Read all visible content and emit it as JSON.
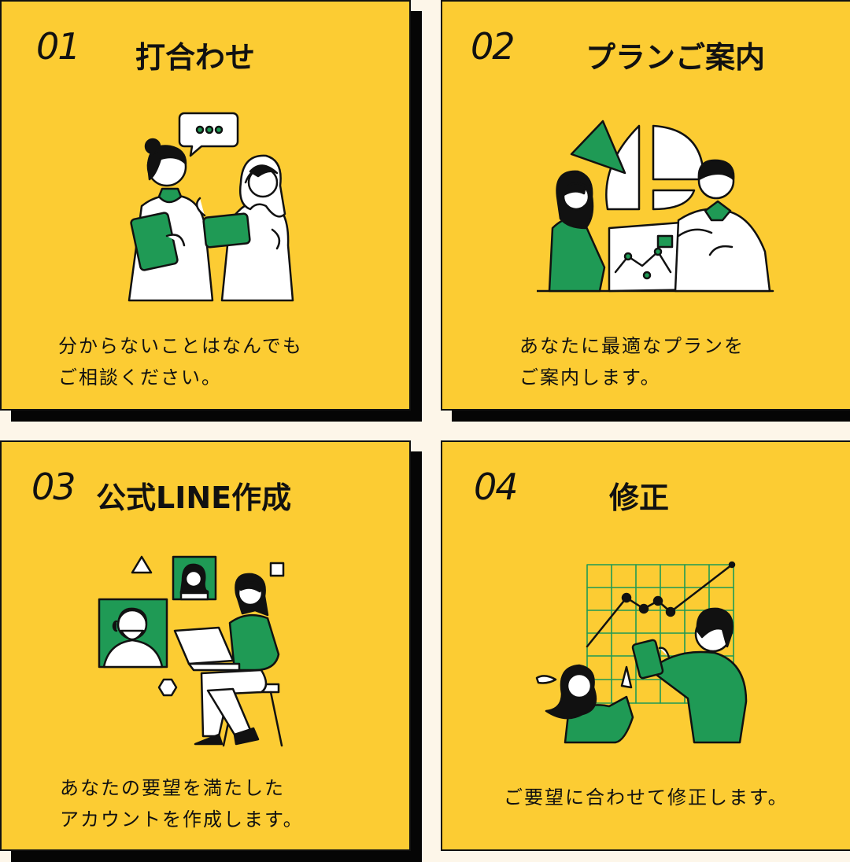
{
  "steps": [
    {
      "number": "01",
      "title": "打合わせ",
      "desc_line1": "分からないことはなんでも",
      "desc_line2": "ご相談ください。"
    },
    {
      "number": "02",
      "title": "プランご案内",
      "desc_line1": "あなたに最適なプランを",
      "desc_line2": "ご案内します。"
    },
    {
      "number": "03",
      "title": "公式LINE作成",
      "desc_line1": "あなたの要望を満たした",
      "desc_line2": "アカウントを作成します。"
    },
    {
      "number": "04",
      "title": "修正",
      "desc_line1": "ご要望に合わせて修正します。",
      "desc_line2": ""
    }
  ],
  "colors": {
    "card": "#fccc33",
    "background": "#fdf6e9",
    "accent_green": "#1f9a55",
    "ink": "#111111"
  }
}
